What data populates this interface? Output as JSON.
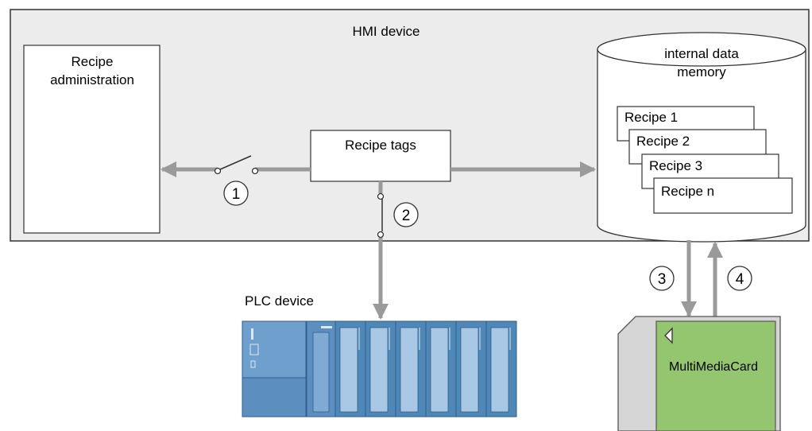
{
  "hmi": {
    "title": "HMI device"
  },
  "recipe_admin": {
    "line1": "Recipe",
    "line2": "administration"
  },
  "recipe_tags": {
    "label": "Recipe tags"
  },
  "memory": {
    "line1": "internal data",
    "line2": "memory"
  },
  "recipes": [
    "Recipe 1",
    "Recipe 2",
    "Recipe 3",
    "Recipe n"
  ],
  "plc": {
    "label": "PLC device"
  },
  "card": {
    "label": "MultiMediaCard"
  },
  "markers": [
    "1",
    "2",
    "3",
    "4"
  ],
  "colors": {
    "hmi_bg": "#ececec",
    "arrow": "#9a9a9a",
    "plc_blue": "#4f87b7",
    "plc_light": "#a9c8e6",
    "card_gray": "#d6d6d6",
    "card_green": "#93c66f"
  }
}
